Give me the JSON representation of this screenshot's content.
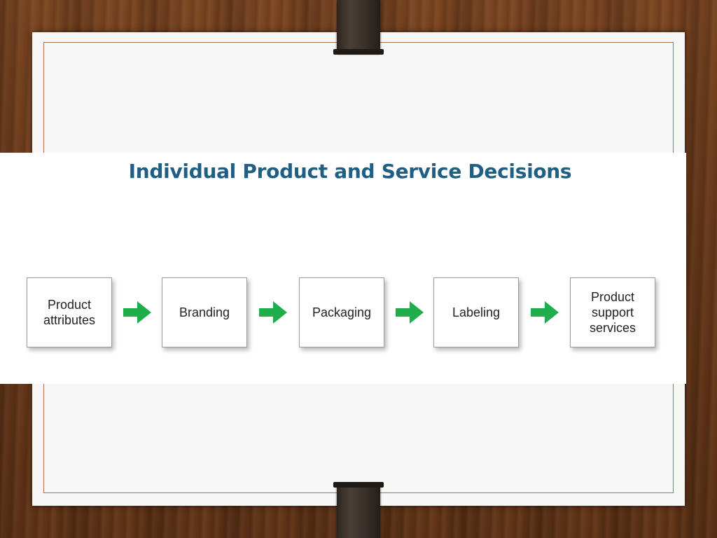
{
  "slide": {
    "title": "Individual Product and Service Decisions"
  },
  "diagram": {
    "steps": [
      {
        "label": "Product\nattributes"
      },
      {
        "label": "Branding"
      },
      {
        "label": "Packaging"
      },
      {
        "label": "Labeling"
      },
      {
        "label": "Product\nsupport\nservices"
      }
    ],
    "arrow_color": "#1fae4b",
    "title_color": "#1f5f84"
  }
}
